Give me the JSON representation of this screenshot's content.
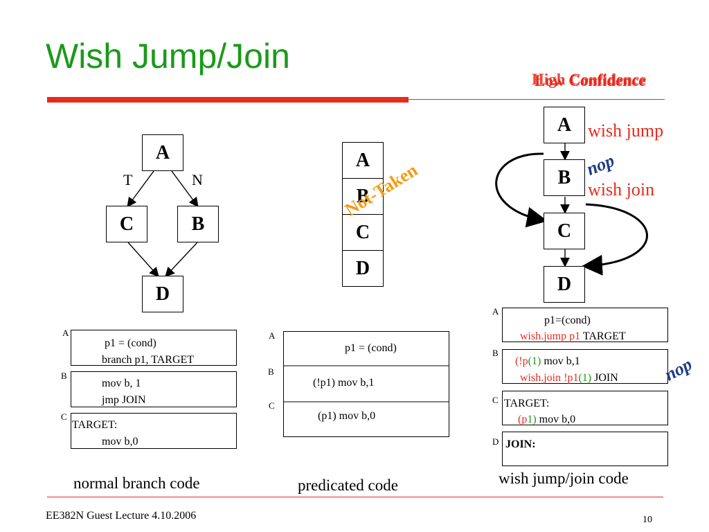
{
  "title": "Wish Jump/Join",
  "confidence": {
    "behind": "Low Confidence",
    "front": "High Confidence"
  },
  "cfg": {
    "a": "A",
    "c": "C",
    "b": "B",
    "d": "D",
    "t": "T",
    "n": "N"
  },
  "pred_stack": {
    "a": "A",
    "b": "B",
    "c": "C",
    "d": "D",
    "rotated": "Not-Taken"
  },
  "wish_stack": {
    "a": "A",
    "b": "B",
    "c": "C",
    "d": "D",
    "wish_jump": "wish jump",
    "wish_join": "wish join",
    "nop": "nop"
  },
  "normal_code": {
    "label_a": "A",
    "label_b": "B",
    "label_c": "C",
    "a_line1": "p1 = (cond)",
    "a_line2": "branch  p1, TARGET",
    "b_line1": "mov b, 1",
    "b_line2": "jmp JOIN",
    "c_line1": "TARGET:",
    "c_line2": "mov b,0",
    "caption": "normal branch code"
  },
  "pred_code": {
    "label_a": "A",
    "label_b": "B",
    "label_c": "C",
    "a_line1": "p1 = (cond)",
    "b_line1": "(!p1) mov  b,1",
    "c_line1": "(p1) mov  b,0",
    "caption": "predicated code"
  },
  "wish_code": {
    "label_a": "A",
    "label_b": "B",
    "label_c": "C",
    "label_d": "D",
    "a_line1": "p1=(cond)",
    "a_line2_red": "wish.jump p1",
    "a_line2_black": "TARGET",
    "b_line1_a": "(!p",
    "b_line1_b": "(1)",
    "b_line1_c": " mov b,1",
    "b_line2_red": "wish.join !p1",
    "b_line2_green": "(1)",
    "b_line2_black": " JOIN",
    "c_line1": "TARGET:",
    "c_line2_a": "(p",
    "c_line2_b": "1)",
    "c_line2_c": " mov b,0",
    "d_line1": "JOIN:",
    "nop": "nop",
    "caption": "wish jump/join code"
  },
  "footer": {
    "left": "EE382N Guest Lecture 4.10.2006",
    "page": "10"
  },
  "colors": {
    "title_green": "#1a9a1a",
    "accent_red": "#e8291c",
    "orange": "#f39c12",
    "navy": "#1f3c88"
  }
}
